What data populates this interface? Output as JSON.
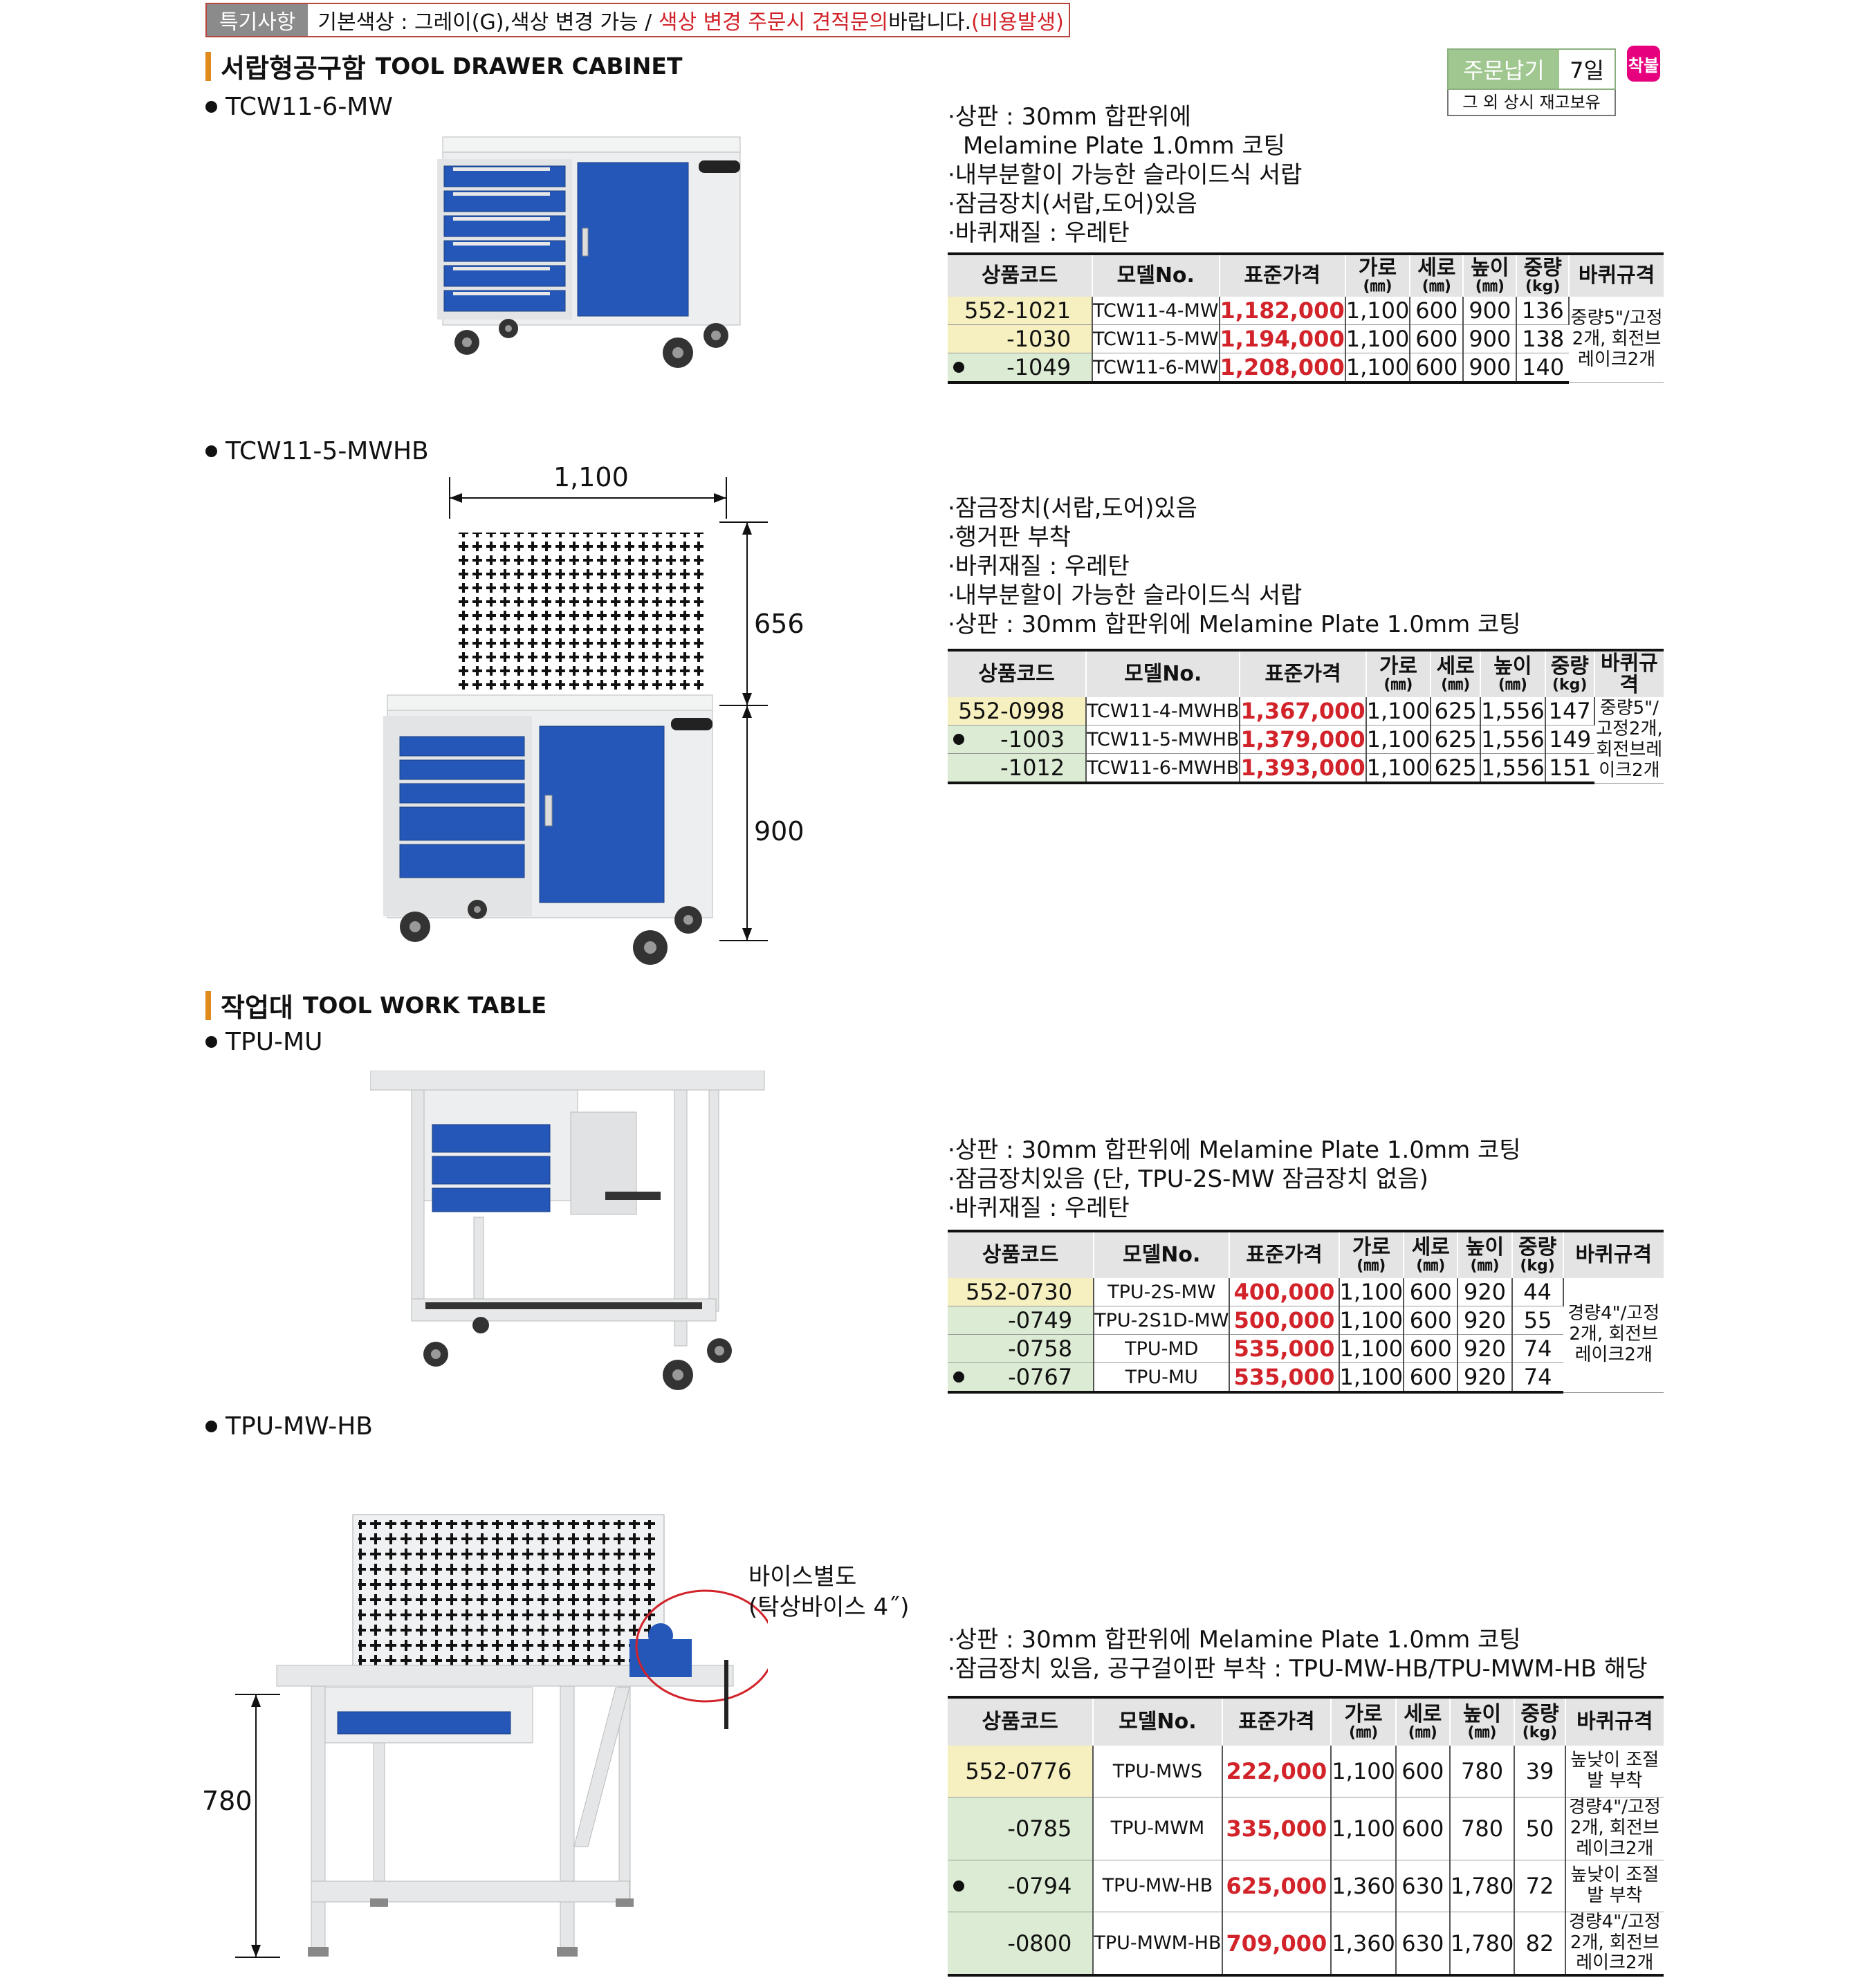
{
  "notice": {
    "tag": "특기사항",
    "text_a": "기본색상 : 그레이(G),색상 변경 가능 / ",
    "text_red": "색상 변경 주문시 견적문의",
    "text_b": "바랍니다.",
    "text_red2": "(비용발생)"
  },
  "delivery": {
    "key": "주문납기",
    "value": "7일",
    "note": "그 외 상시 재고보유",
    "badge": "착불"
  },
  "cabinet": {
    "title_ko": "서랍형공구함",
    "title_en": "TOOL DRAWER CABINET",
    "model1": {
      "label": "TCW11-6-MW",
      "bullets": [
        "·상판 : 30mm 합판위에",
        "Melamine Plate 1.0mm 코팅",
        "·내부분할이 가능한 슬라이드식 서랍",
        "·잠금장치(서랍,도어)있음",
        "·바퀴재질 : 우레탄"
      ],
      "wheel": "중량5\"/고정2개, 회전브레이크2개",
      "rows": [
        {
          "code": "552-1021",
          "model": "TCW11-4-MW",
          "price": "1,182,000",
          "w": "1,100",
          "d": "600",
          "h": "900",
          "kg": "136",
          "mark": false,
          "hl": "yellow"
        },
        {
          "code": "-1030",
          "model": "TCW11-5-MW",
          "price": "1,194,000",
          "w": "1,100",
          "d": "600",
          "h": "900",
          "kg": "138",
          "mark": false,
          "hl": "yellow"
        },
        {
          "code": "-1049",
          "model": "TCW11-6-MW",
          "price": "1,208,000",
          "w": "1,100",
          "d": "600",
          "h": "900",
          "kg": "140",
          "mark": true,
          "hl": "green"
        }
      ]
    },
    "model2": {
      "label": "TCW11-5-MWHB",
      "dim_width": "1,100",
      "dim_panel": "656",
      "dim_body": "900",
      "bullets": [
        "·잠금장치(서랍,도어)있음",
        "·행거판 부착",
        "·바퀴재질 : 우레탄",
        "·내부분할이 가능한 슬라이드식 서랍",
        "·상판 : 30mm 합판위에 Melamine Plate 1.0mm 코팅"
      ],
      "wheel": "중량5\"/고정2개, 회전브레이크2개",
      "rows": [
        {
          "code": "552-0998",
          "model": "TCW11-4-MWHB",
          "price": "1,367,000",
          "w": "1,100",
          "d": "625",
          "h": "1,556",
          "kg": "147",
          "mark": false,
          "hl": "yellow"
        },
        {
          "code": "-1003",
          "model": "TCW11-5-MWHB",
          "price": "1,379,000",
          "w": "1,100",
          "d": "625",
          "h": "1,556",
          "kg": "149",
          "mark": true,
          "hl": "green"
        },
        {
          "code": "-1012",
          "model": "TCW11-6-MWHB",
          "price": "1,393,000",
          "w": "1,100",
          "d": "625",
          "h": "1,556",
          "kg": "151",
          "mark": false,
          "hl": "green"
        }
      ]
    }
  },
  "worktable": {
    "title_ko": "작업대",
    "title_en": "TOOL WORK TABLE",
    "model1": {
      "label": "TPU-MU",
      "bullets": [
        "·상판 : 30mm 합판위에 Melamine Plate 1.0mm 코팅",
        "·잠금장치있음 (단, TPU-2S-MW 잠금장치 없음)",
        "·바퀴재질 : 우레탄"
      ],
      "wheel": "경량4\"/고정2개, 회전브레이크2개",
      "rows": [
        {
          "code": "552-0730",
          "model": "TPU-2S-MW",
          "price": "400,000",
          "w": "1,100",
          "d": "600",
          "h": "920",
          "kg": "44",
          "mark": false,
          "hl": "yellow"
        },
        {
          "code": "-0749",
          "model": "TPU-2S1D-MW",
          "price": "500,000",
          "w": "1,100",
          "d": "600",
          "h": "920",
          "kg": "55",
          "mark": false,
          "hl": "green"
        },
        {
          "code": "-0758",
          "model": "TPU-MD",
          "price": "535,000",
          "w": "1,100",
          "d": "600",
          "h": "920",
          "kg": "74",
          "mark": false,
          "hl": "green"
        },
        {
          "code": "-0767",
          "model": "TPU-MU",
          "price": "535,000",
          "w": "1,100",
          "d": "600",
          "h": "920",
          "kg": "74",
          "mark": true,
          "hl": "green"
        }
      ]
    },
    "model2": {
      "label": "TPU-MW-HB",
      "vise_line1": "바이스별도",
      "vise_line2": "(탁상바이스 4˝)",
      "dim_height": "780",
      "bullets": [
        "·상판 : 30mm 합판위에 Melamine Plate 1.0mm 코팅",
        "·잠금장치 있음, 공구걸이판 부착 : TPU-MW-HB/TPU-MWM-HB 해당"
      ],
      "rows": [
        {
          "code": "552-0776",
          "model": "TPU-MWS",
          "price": "222,000",
          "w": "1,100",
          "d": "600",
          "h": "780",
          "kg": "39",
          "wheel": "높낮이 조절발 부착",
          "mark": false,
          "hl": "yellow"
        },
        {
          "code": "-0785",
          "model": "TPU-MWM",
          "price": "335,000",
          "w": "1,100",
          "d": "600",
          "h": "780",
          "kg": "50",
          "wheel": "경량4\"/고정2개, 회전브레이크2개",
          "mark": false,
          "hl": "green"
        },
        {
          "code": "-0794",
          "model": "TPU-MW-HB",
          "price": "625,000",
          "w": "1,360",
          "d": "630",
          "h": "1,780",
          "kg": "72",
          "wheel": "높낮이 조절발 부착",
          "mark": true,
          "hl": "green"
        },
        {
          "code": "-0800",
          "model": "TPU-MWM-HB",
          "price": "709,000",
          "w": "1,360",
          "d": "630",
          "h": "1,780",
          "kg": "82",
          "wheel": "경량4\"/고정2개, 회전브레이크2개",
          "mark": false,
          "hl": "green"
        }
      ]
    }
  },
  "table_headers": {
    "code": "상품코드",
    "model": "모델No.",
    "price": "표준가격",
    "w": "가로",
    "d": "세로",
    "h": "높이",
    "kg": "중량",
    "wheel": "바퀴규격",
    "mm": "(㎜)",
    "kgu": "(kg)"
  },
  "colors": {
    "yellow_hl": "#f6f0c0",
    "green_hl": "#dcebd3",
    "price_red": "#d2232a",
    "cabinet_blue": "#2457b8",
    "body_gray": "#eceeef"
  }
}
